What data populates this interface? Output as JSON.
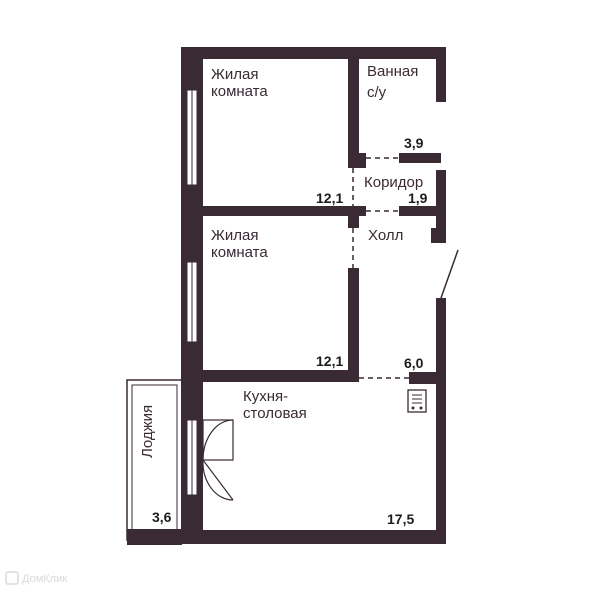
{
  "colors": {
    "wall": "#3a2a34",
    "window": "#ffffff",
    "thin_line": "#3a2a34",
    "watermark": "#d9d9d9"
  },
  "rooms": {
    "living1": {
      "name_line1": "Жилая",
      "name_line2": "комната",
      "area": "12,1"
    },
    "bath": {
      "name_line1": "Ванная",
      "name_line2": "с/у",
      "area": "3,9"
    },
    "corridor": {
      "name": "Коридор",
      "area": "1,9"
    },
    "hall": {
      "name": "Холл",
      "area": "6,0"
    },
    "living2": {
      "name_line1": "Жилая",
      "name_line2": "комната",
      "area": "12,1"
    },
    "kitchen": {
      "name_line1": "Кухня-",
      "name_line2": "столовая",
      "area": "17,5"
    },
    "loggia": {
      "name": "Лоджия",
      "area": "3,6"
    }
  },
  "icons": {
    "stove": "stove-icon",
    "door": "door-icon",
    "watermark": "domclick-logo-icon"
  },
  "watermark": {
    "text": "ДомКлик"
  }
}
